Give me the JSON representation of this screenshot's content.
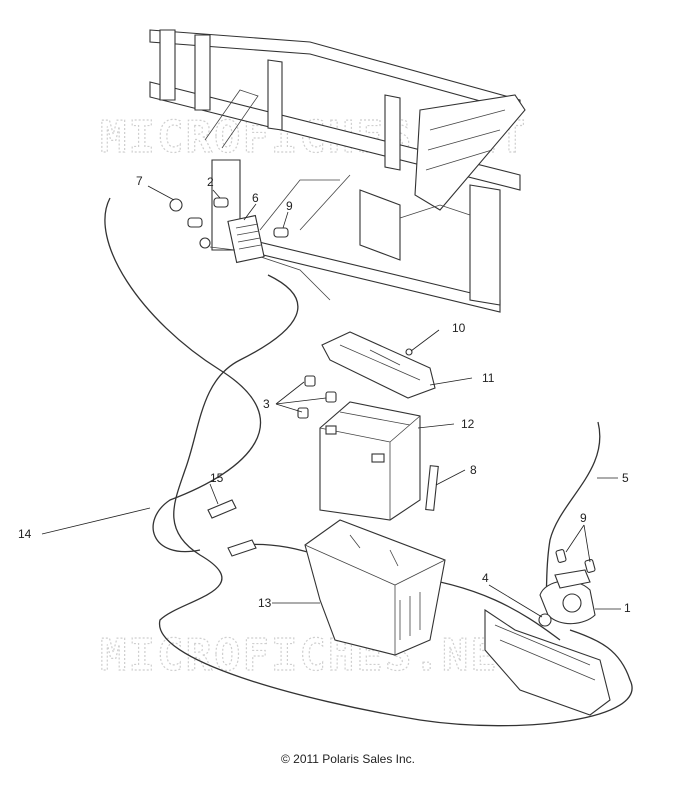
{
  "watermark": {
    "text": "MICROFICHES.NET"
  },
  "callouts": [
    {
      "id": "c1",
      "label": "1"
    },
    {
      "id": "c2",
      "label": "2"
    },
    {
      "id": "c3",
      "label": "3"
    },
    {
      "id": "c4",
      "label": "4"
    },
    {
      "id": "c5",
      "label": "5"
    },
    {
      "id": "c6",
      "label": "6"
    },
    {
      "id": "c7",
      "label": "7"
    },
    {
      "id": "c8",
      "label": "8"
    },
    {
      "id": "c9a",
      "label": "9"
    },
    {
      "id": "c9b",
      "label": "9"
    },
    {
      "id": "c10",
      "label": "10"
    },
    {
      "id": "c11",
      "label": "11"
    },
    {
      "id": "c12",
      "label": "12"
    },
    {
      "id": "c13",
      "label": "13"
    },
    {
      "id": "c14",
      "label": "14"
    },
    {
      "id": "c15",
      "label": "15"
    }
  ],
  "copyright": "© 2011 Polaris Sales Inc."
}
